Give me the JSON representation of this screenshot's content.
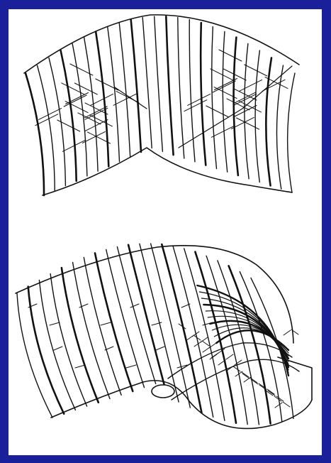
{
  "slide": {
    "background_color": "#1a1f9a",
    "panel_color": "#ffffff"
  },
  "figures": [
    {
      "id": "upper",
      "description_icon": "flexed-layers-with-cross-fractures-diagram"
    },
    {
      "id": "lower",
      "description_icon": "overturned-fold-with-fracture-zone-diagram"
    }
  ]
}
